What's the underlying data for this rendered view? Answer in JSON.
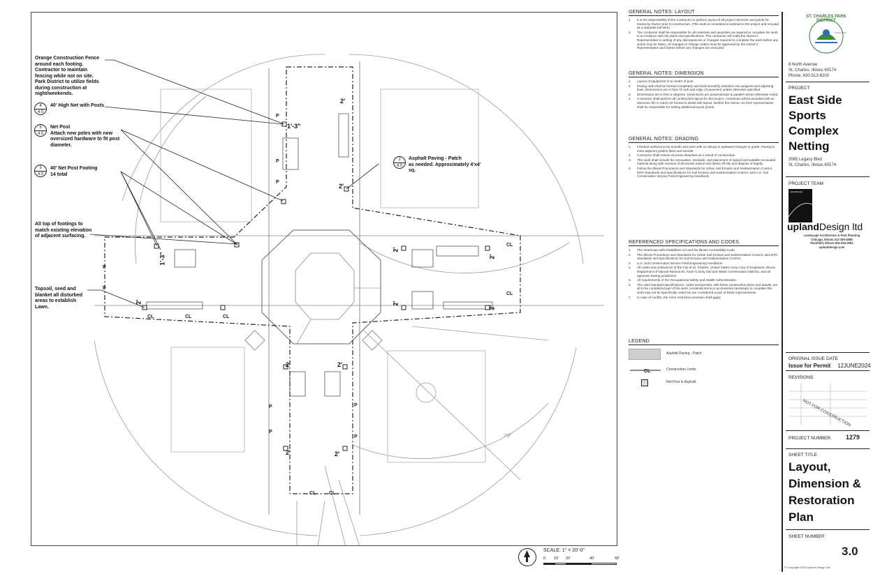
{
  "callouts": {
    "fence": "Orange Construction Fence around each footing. Contractor to maintain fencing while not on site. Park District to utilize fields during construction at night/weekends.",
    "net": {
      "tag_top": "4",
      "tag_bottom": "4.0",
      "text": "40' High Net with Posts"
    },
    "post": {
      "tag_top": "5",
      "tag_bottom": "4.0",
      "title": "Net Post",
      "text": "Attach new poles with new oversized hardware to fit post diameter."
    },
    "footing": {
      "tag_top": "3",
      "tag_bottom": "4.0",
      "title": "40' Net Post Footing",
      "text": "14 total"
    },
    "elevation": "All top of footings to match existing elevation of adjacent surfacing.",
    "topsoil": "Topsoil, seed and blanket all disturbed areas to establish Lawn.",
    "asphalt": {
      "tag_top": "2",
      "tag_bottom": "4.0",
      "title": "Asphalt Paving - Patch",
      "text": "as needed. Approximately 4'x4' sq."
    }
  },
  "dims": {
    "d1": "1'-3\"",
    "d2": "2'",
    "d3": "1'-3\"",
    "field_label": "7'8\""
  },
  "plan_marks": {
    "p": "P",
    "cl": "CL"
  },
  "scale": {
    "label": "SCALE: 1\" = 20'-0\"",
    "ticks": [
      "0",
      "10'",
      "20'",
      "40'",
      "60'"
    ],
    "north": "N"
  },
  "notes": {
    "layout": {
      "title": "GENERAL NOTES: LAYOUT",
      "items": [
        {
          "n": "1.",
          "t": "It is the responsibility of the Contractor to perform layout of all project elements and points for review by Owner prior to construction. (This work is considered incidental to the project and not paid as a separate bid item)"
        },
        {
          "n": "2.",
          "t": "The contractor shall be responsible for all materials and quantities as required to complete the work in accordance with the plans and specifications. The contractor will notify the Owner's Representative in writing of any discrepancies or changes required to complete the work before any action may be taken. All changes or change orders must be approved by the Owner's Representative and Owner before any changes are executed."
        }
      ]
    },
    "dimension": {
      "title": "GENERAL NOTES: DIMENSION",
      "items": [
        {
          "n": "1.",
          "t": "Layout of equipment is to center of post."
        },
        {
          "n": "2.",
          "t": "Paving radii shall be formed completely and shall smoothly transition into tangents and adjoining lines. Dimensions are to face of curb and edge of pavement unless otherwise specified."
        },
        {
          "n": "3.",
          "t": "Dimensions are in feet or degrees. Dimensions are perpendicular & parallel unless otherwise noted."
        },
        {
          "n": "4.",
          "t": "Contractor shall perform all construction layout for the project. Contractor will be provided with an electronic file in AutoCAD format to assist with layout. Neither the Owner nor their representative shall be responsible for setting additional layout points."
        }
      ]
    },
    "grading": {
      "title": "GENERAL NOTES: GRADING",
      "items": [
        {
          "n": "1.",
          "t": "Finished surfaces to be smooth and even with no abrupt or awkward changes in grade. Paving to meet adjacent grades flush and smooth."
        },
        {
          "n": "2.",
          "t": "Contractor shall restore all areas disturbed as a result of construction."
        },
        {
          "n": "3.",
          "t": "This work shall include the excavation, stockpile, and placement of topsoil and suitable excavated material along with removal of all excess topsoil and debris off site and dispose of legally."
        },
        {
          "n": "4.",
          "t": "Follow the Illinois Procedures and Standards for Urban Soil Erosion and Sedimentation Control, IEPA Standards and Specifications for Soil Erosion and Sedimentation Control, and U.S. Soil Conservation Service Field Engineering Handbook."
        }
      ]
    },
    "specs": {
      "title": "REFERENCED SPECIFICATIONS AND CODES",
      "items": [
        {
          "n": "1.",
          "t": "The Americans with Disabilities Act and the Illinois Accessibility Code."
        },
        {
          "n": "2.",
          "t": "The Illinois Procedures and Standards for Urban Soil Erosion and Sedimentation Control, and IEPA Standards and Specifications for Soil Erosion and Sedimentation Control."
        },
        {
          "n": "3.",
          "t": "U.S. Soil Conservation Service Field Engineering Handbook."
        },
        {
          "n": "4.",
          "t": "All codes and ordinances of the City of St. Charles, United States Army Corp of Engineers, Illinois Department of Natural Resources, Kane County Soil and Water Conservation Districts, and all agencies having jurisdiction."
        },
        {
          "n": "5.",
          "t": "All requirements of the Occupational Safety and Health Administration."
        },
        {
          "n": "6.",
          "t": "The cited standard specifications, codes and permits, with these construction plans and details, are all to be considered part of the work, incidental items or accessories necessary to complete this work may not be specifically noted but are considered a part of these improvements."
        },
        {
          "n": "7.",
          "t": "In case of conflict, the more restrictive provision shall apply."
        }
      ]
    }
  },
  "legend": {
    "title": "LEGEND",
    "items": [
      "Asphalt Paving - Patch",
      "Construction Limits",
      "Net Post in Asphalt"
    ]
  },
  "title_block": {
    "logo_text": "ST. CHARLES PARK DISTRICT",
    "logo_since": "SINCE 1951",
    "address": [
      "8 North Avenue",
      "St. Charles, Illinois 60174",
      "Phone: 630-513-6200"
    ],
    "project_label": "PROJECT",
    "project_name": [
      "East Side",
      "Sports",
      "Complex",
      "Netting"
    ],
    "project_address": [
      "3565 Legacy Blvd.",
      "St. Charles, Illinois 60174"
    ],
    "team_label": "PROJECT TEAM",
    "team_logo_small": "uplandDesign",
    "firm_bold": "upland",
    "firm_rest": "Design ltd",
    "firm_lines": [
      "Landscape Architecture & Park Planning",
      "Chicago, Illinois 312-350-4088",
      "Plainfield, Illinois 815-254-0091",
      "uplanddesign.com"
    ],
    "issue_label": "ORIGINAL ISSUE DATE",
    "issue_value": "Issue for Permit",
    "issue_date": "12JUNE2024",
    "revisions_label": "REVISIONS",
    "stamp": "NOT FOR CONSTRUCTION",
    "project_number_label": "PROJECT NUMBER",
    "project_number": "1279",
    "sheet_title_label": "SHEET TITLE",
    "sheet_title": [
      "Layout,",
      "Dimension &",
      "Restoration",
      "Plan"
    ],
    "sheet_number_label": "SHEET NUMBER",
    "sheet_number": "3.0",
    "copyright": "© Copyright 2024 Upland Design Ltd."
  }
}
